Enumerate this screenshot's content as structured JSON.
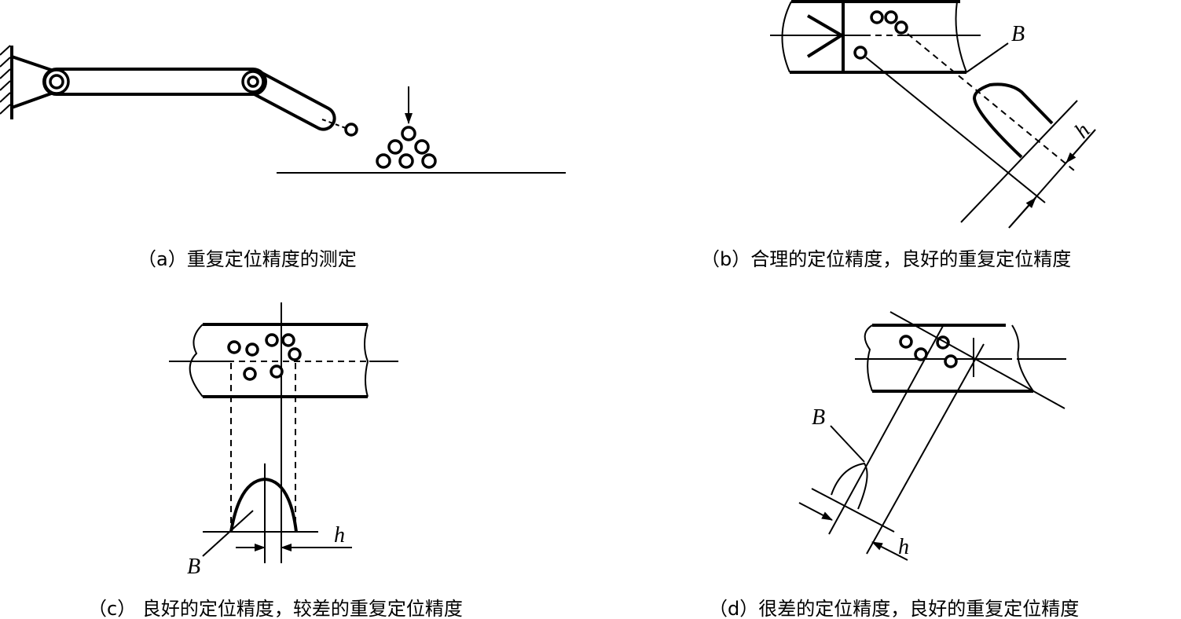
{
  "panels": {
    "a": {
      "caption": "（a）重复定位精度的测定"
    },
    "b": {
      "caption": "（b）合理的定位精度，良好的重复定位精度",
      "label_B": "B",
      "label_h": "h"
    },
    "c": {
      "caption": "（c）  良好的定位精度，较差的重复定位精度",
      "label_B": "B",
      "label_h": "h"
    },
    "d": {
      "caption": "（d）很差的定位精度，良好的重复定位精度",
      "label_B": "B",
      "label_h": "h"
    }
  }
}
